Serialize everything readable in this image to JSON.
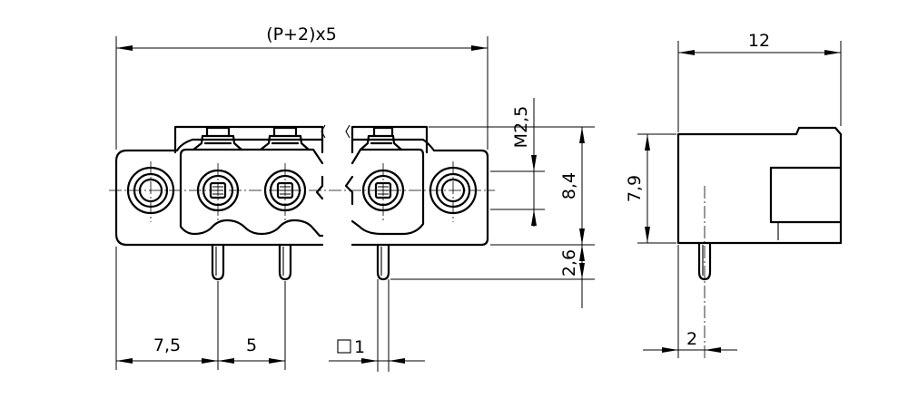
{
  "dimensions": {
    "overall_width": "(P+2)x5",
    "depth": "12",
    "screw": "M2,5",
    "height_84": "8,4",
    "height_79": "7,9",
    "pin_length": "2,6",
    "edge_to_pin": "7,5",
    "pitch": "5",
    "pin_square": "1",
    "pin_offset": "2"
  },
  "icons": {
    "square_symbol": "square-section-icon"
  }
}
